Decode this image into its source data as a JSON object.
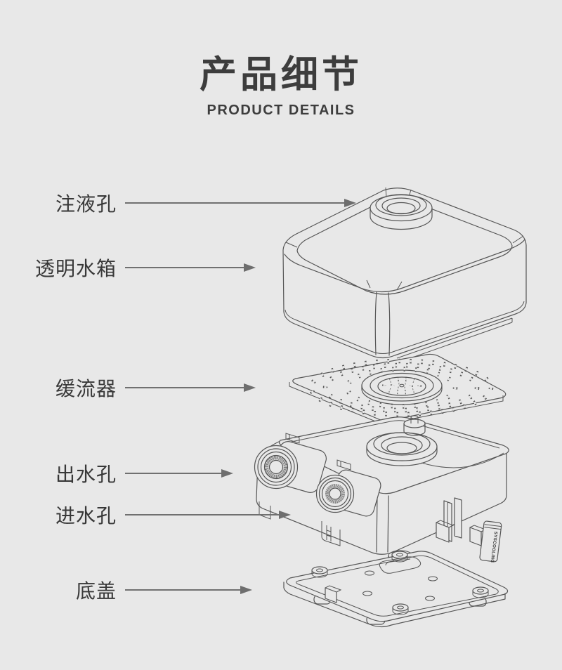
{
  "header": {
    "title": "产品细节",
    "subtitle": "PRODUCT DETAILS"
  },
  "labels": [
    {
      "id": "fill-port",
      "text": "注液孔"
    },
    {
      "id": "tank",
      "text": "透明水箱"
    },
    {
      "id": "diffuser",
      "text": "缓流器"
    },
    {
      "id": "outlet-port",
      "text": "出水孔"
    },
    {
      "id": "inlet-port",
      "text": "进水孔"
    },
    {
      "id": "bottom-cover",
      "text": "底盖"
    }
  ],
  "diagram": {
    "brand_text": "SYSCOOLING"
  },
  "colors": {
    "background": "#e8e8e8",
    "heading_text": "#3d3d3d",
    "label_text": "#383838",
    "leader_line": "#707070",
    "drawing_line": "#565656"
  }
}
